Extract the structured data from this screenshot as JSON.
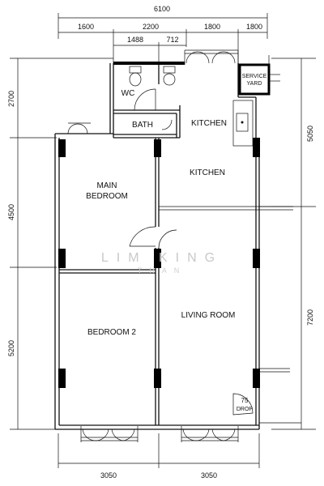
{
  "rooms": {
    "wc": "WC",
    "bath": "BATH",
    "kitchen_upper": "KITCHEN",
    "kitchen_lower": "KITCHEN",
    "service_yard_line1": "SERVICE",
    "service_yard_line2": "YARD",
    "main_bedroom_line1": "MAIN",
    "main_bedroom_line2": "BEDROOM",
    "bedroom2": "BEDROOM 2",
    "living_room": "LIVING ROOM"
  },
  "refuse_chute": {
    "number": "75",
    "label": "DROP"
  },
  "dimensions": {
    "top_overall": "6100",
    "top_segments": [
      "1600",
      "2200",
      "1800",
      "1800"
    ],
    "top_sub_segments": [
      "1488",
      "712"
    ],
    "left_segments": [
      "2700",
      "4500",
      "5200"
    ],
    "right_segments": [
      "5050",
      "7200"
    ],
    "bottom_segments": [
      "3050",
      "3050"
    ]
  },
  "watermark": {
    "line1": "LIM KING",
    "line2": "THAN"
  }
}
